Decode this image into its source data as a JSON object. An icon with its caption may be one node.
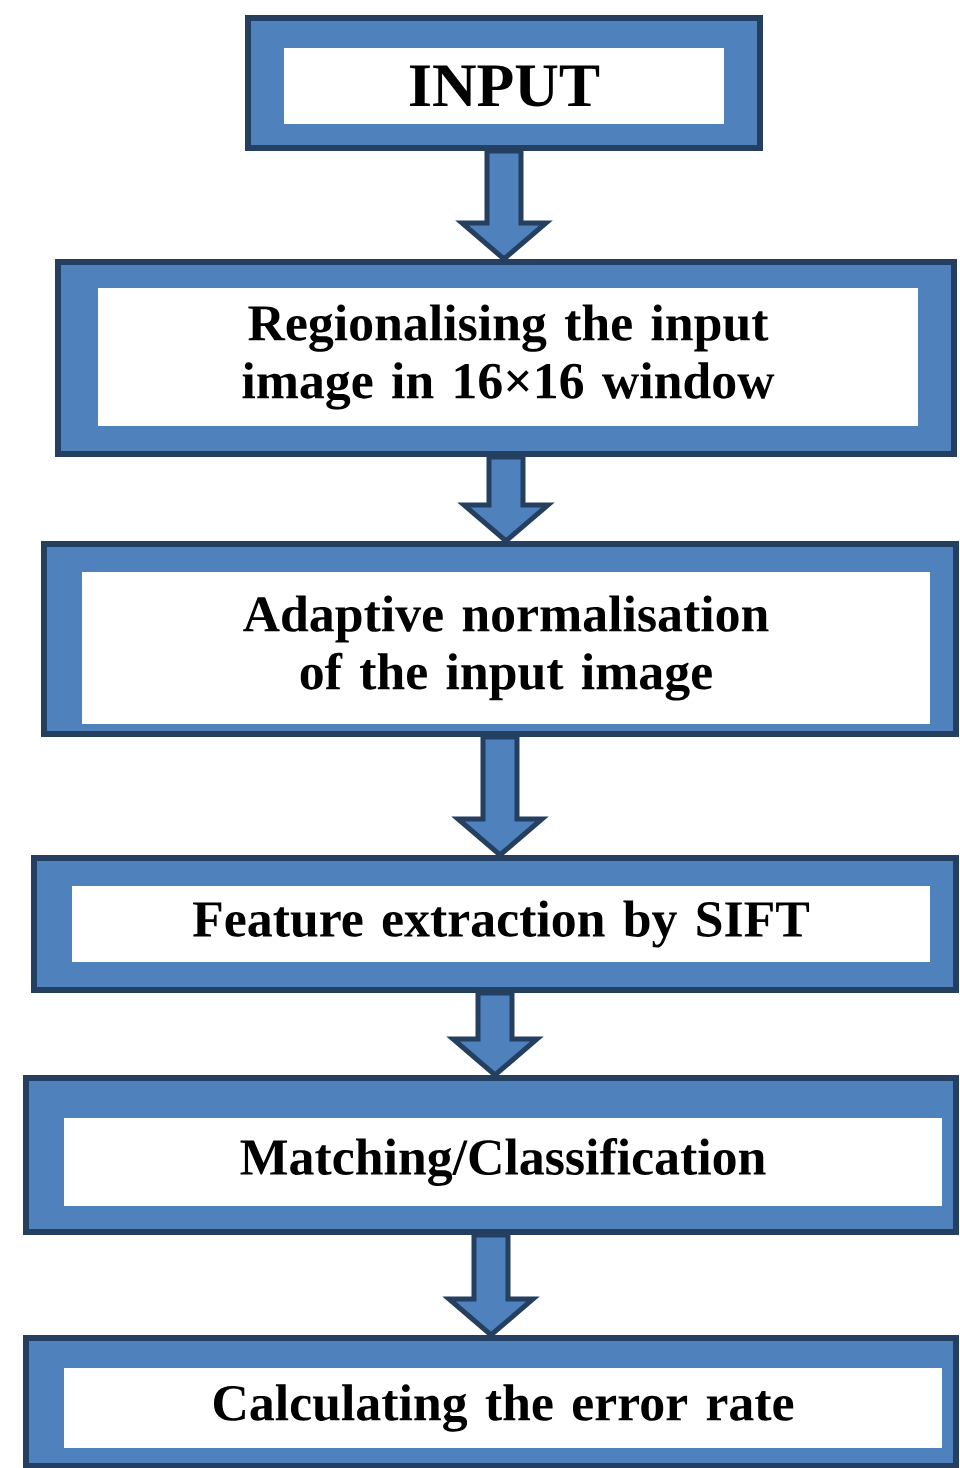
{
  "diagram": {
    "nodes": [
      {
        "text": [
          "INPUT"
        ]
      },
      {
        "text": [
          "Regionalising the input image in 16×16 window"
        ]
      },
      {
        "text": [
          "Adaptive normalisation of the input image"
        ]
      },
      {
        "text": [
          "Feature extraction by SIFT"
        ]
      },
      {
        "text": [
          "Matching/Classification"
        ]
      },
      {
        "text": [
          "Calculating the error rate"
        ]
      }
    ],
    "edges": [
      {
        "from": 0,
        "to": 1,
        "arrow": "to"
      },
      {
        "from": 1,
        "to": 2,
        "arrow": "to"
      },
      {
        "from": 2,
        "to": 3,
        "arrow": "to"
      },
      {
        "from": 3,
        "to": 4,
        "arrow": "to"
      },
      {
        "from": 4,
        "to": 5,
        "arrow": "to"
      }
    ]
  }
}
